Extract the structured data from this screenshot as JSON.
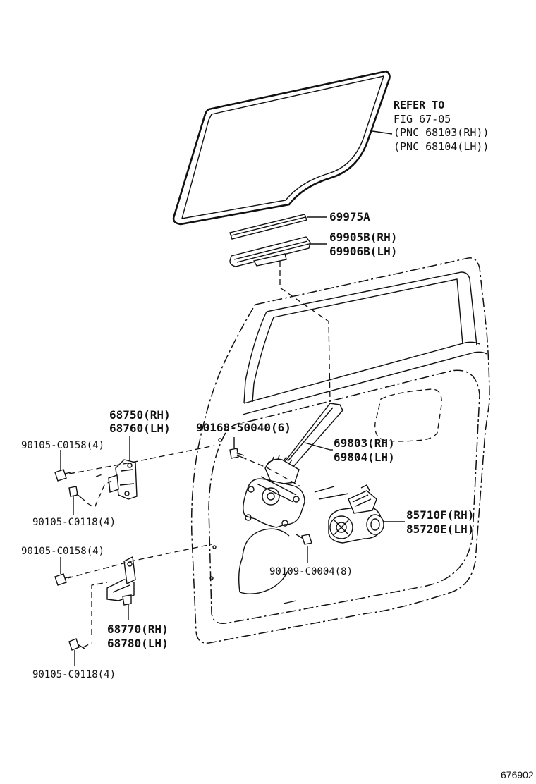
{
  "refer": {
    "line1": "REFER TO",
    "line2": "FIG 67-05",
    "line3": "(PNC 68103(RH))",
    "line4": "(PNC 68104(LH))"
  },
  "labels": {
    "p69975a": "69975A",
    "p69905b": "69905B(RH)",
    "p69906b": "69906B(LH)",
    "p68750": "68750(RH)",
    "p68760": "68760(LH)",
    "p90168": "90168-50040(6)",
    "p90105_c0158_a": "90105-C0158(4)",
    "p69803": "69803(RH)",
    "p69804": "69804(LH)",
    "p90105_c0118_a": "90105-C0118(4)",
    "p85710f": "85710F(RH)",
    "p85720e": "85720E(LH)",
    "p90105_c0158_b": "90105-C0158(4)",
    "p90109": "90109-C0004(8)",
    "p68770": "68770(RH)",
    "p68780": "68780(LH)",
    "p90105_c0118_b": "90105-C0118(4)"
  },
  "diagram_id": "676902"
}
